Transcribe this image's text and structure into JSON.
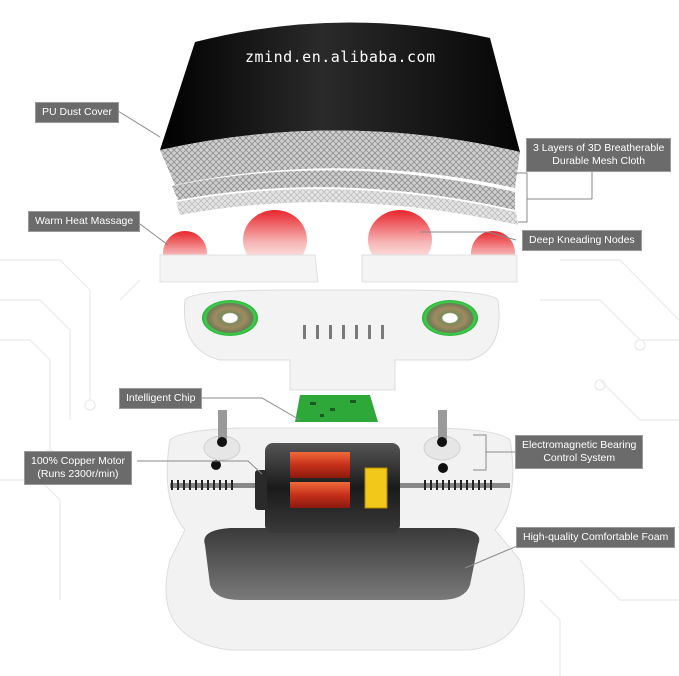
{
  "watermark": "zmind.en.alibaba.com",
  "colors": {
    "label_bg": "#6b6b6b",
    "label_text": "#ffffff",
    "cover": "#111111",
    "mesh": "#b5b5b5",
    "heat_node": "#e8262c",
    "coil_green": "#3bd14a",
    "pcb_green": "#2fa83a",
    "motor_copper": "#d8401e",
    "gear_yellow": "#f2c81a",
    "foam": "#5a5a5a",
    "housing": "#f1f1f1"
  },
  "labels": {
    "pu_dust_cover": "PU Dust Cover",
    "mesh_cloth_line1": "3 Layers of 3D Breatherable",
    "mesh_cloth_line2": "Durable Mesh Cloth",
    "warm_heat": "Warm Heat Massage",
    "kneading_nodes": "Deep Kneading Nodes",
    "intelligent_chip": "Intelligent Chip",
    "copper_motor_line1": "100% Copper Motor",
    "copper_motor_line2": "(Runs 2300r/min)",
    "bearing_line1": "Electromagnetic Bearing",
    "bearing_line2": "Control System",
    "foam": "High-quality Comfortable Foam"
  }
}
